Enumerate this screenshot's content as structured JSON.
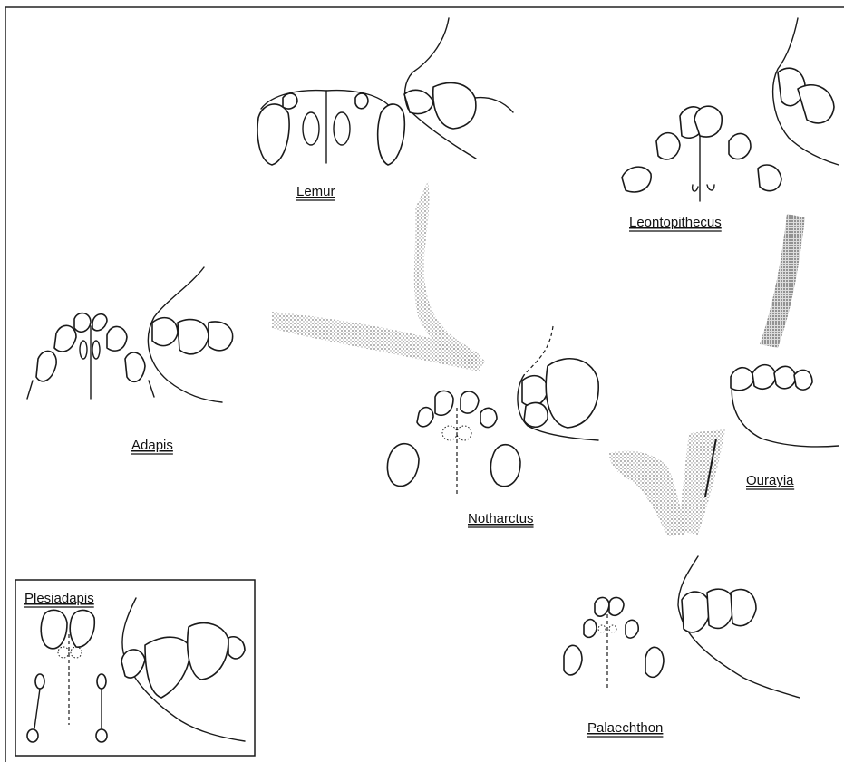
{
  "figure": {
    "labels": {
      "lemur": "Lemur",
      "leontopithecus": "Leontopithecus",
      "adapis": "Adapis",
      "notharctus": "Notharctus",
      "ourayia": "Ourayia",
      "palaechthon": "Palaechthon",
      "plesiadapis": "Plesiadapis"
    },
    "colors": {
      "ink": "#1a1a1a",
      "stipple": "#7a7a7a",
      "background": "#ffffff"
    }
  }
}
